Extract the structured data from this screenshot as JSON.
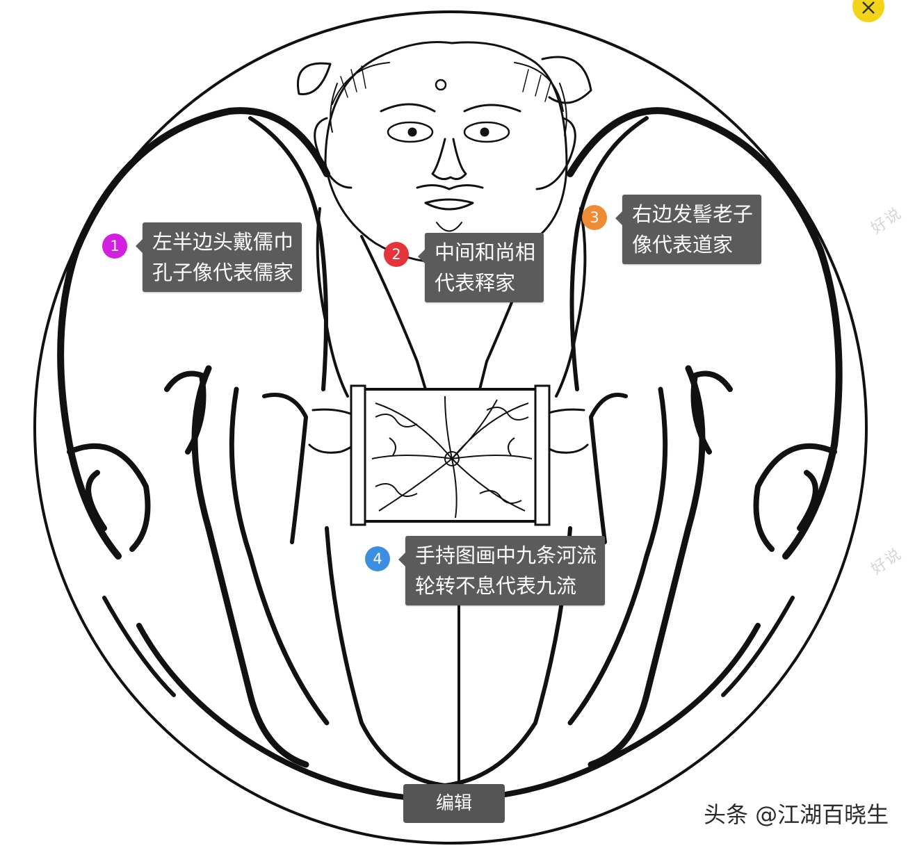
{
  "annotations": [
    {
      "number": "1",
      "color": "#d21fe0",
      "lines": [
        "左半边头戴儒巾",
        "孔子像代表儒家"
      ]
    },
    {
      "number": "2",
      "color": "#e5333a",
      "lines": [
        "中间和尚相",
        "代表释家"
      ]
    },
    {
      "number": "3",
      "color": "#ef8a35",
      "lines": [
        "右边发髻老子",
        "像代表道家"
      ]
    },
    {
      "number": "4",
      "color": "#3c8ee2",
      "lines": [
        "手持图画中九条河流",
        "轮转不息代表九流"
      ]
    }
  ],
  "toolbar": {
    "edit_label": "编辑",
    "close_icon": "close-icon"
  },
  "watermark": {
    "text": "头条 @江湖百晓生",
    "faint_text": "好说"
  },
  "colors": {
    "line_art": "#111111",
    "note_bg": "#5b5b5b",
    "close_bg": "#f2d51a"
  }
}
